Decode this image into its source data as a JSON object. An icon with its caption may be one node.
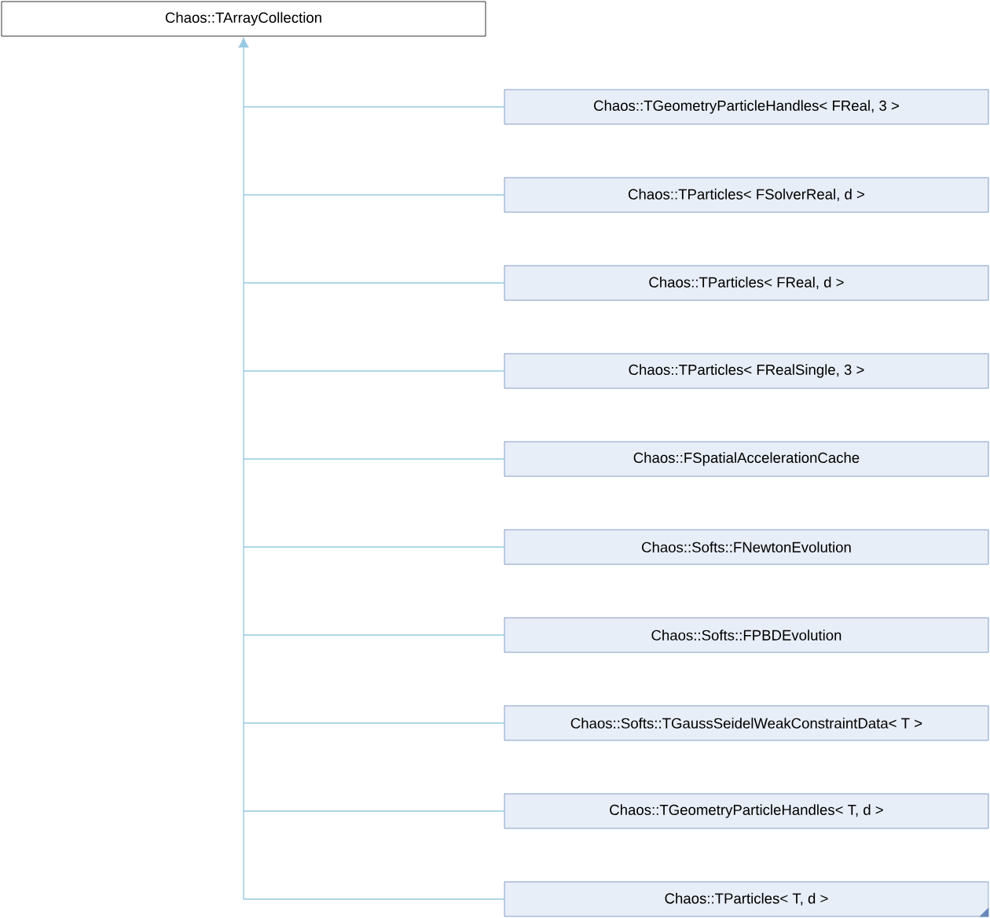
{
  "diagram": {
    "nodes": [
      {
        "text": [
          "Chaos::TArrayCollection"
        ]
      },
      {
        "text": [
          "Chaos::TGeometryParticleHandles< FReal, 3 >"
        ]
      },
      {
        "text": [
          "Chaos::TParticles< FSolverReal, d >"
        ]
      },
      {
        "text": [
          "Chaos::TParticles< FReal, d >"
        ]
      },
      {
        "text": [
          "Chaos::TParticles< FRealSingle, 3 >"
        ]
      },
      {
        "text": [
          "Chaos::FSpatialAccelerationCache"
        ]
      },
      {
        "text": [
          "Chaos::Softs::FNewtonEvolution"
        ]
      },
      {
        "text": [
          "Chaos::Softs::FPBDEvolution"
        ]
      },
      {
        "text": [
          "Chaos::Softs::TGaussSeidelWeakConstraintData< T >"
        ]
      },
      {
        "text": [
          "Chaos::TGeometryParticleHandles< T, d >"
        ]
      },
      {
        "text": [
          "Chaos::TParticles< T, d >"
        ]
      }
    ],
    "edges": [
      {
        "from": 1,
        "to": 0,
        "arrow": "to"
      },
      {
        "from": 2,
        "to": 0,
        "arrow": "to"
      },
      {
        "from": 3,
        "to": 0,
        "arrow": "to"
      },
      {
        "from": 4,
        "to": 0,
        "arrow": "to"
      },
      {
        "from": 5,
        "to": 0,
        "arrow": "to"
      },
      {
        "from": 6,
        "to": 0,
        "arrow": "to"
      },
      {
        "from": 7,
        "to": 0,
        "arrow": "to"
      },
      {
        "from": 8,
        "to": 0,
        "arrow": "to"
      },
      {
        "from": 9,
        "to": 0,
        "arrow": "to"
      },
      {
        "from": 10,
        "to": 0,
        "arrow": "to"
      }
    ]
  }
}
